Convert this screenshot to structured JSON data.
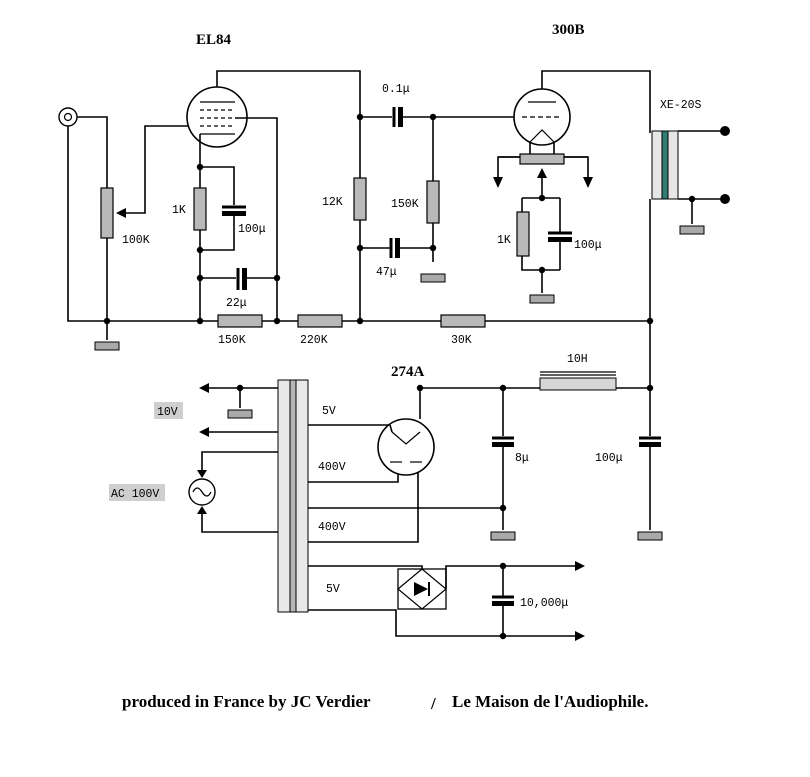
{
  "tubes": {
    "el84": "EL84",
    "t300b": "300B",
    "t274a": "274A"
  },
  "output_transformer": "XE-20S",
  "components": {
    "vol_pot": "100K",
    "r_cathode_el84": "1K",
    "c_cathode_el84": "100μ",
    "c_22": "22μ",
    "r_150k_bottom": "150K",
    "r_220k": "220K",
    "r_12k": "12K",
    "c_coupling": "0.1μ",
    "r_grid_150k": "150K",
    "c_47": "47μ",
    "r_cathode_300b": "1K",
    "c_cathode_300b": "100μ",
    "r_30k": "30K",
    "choke": "10H",
    "c_8": "8μ",
    "c_100_psu": "100μ",
    "c_10000": "10,000μ"
  },
  "power": {
    "v10": "10V",
    "ac100": "AC 100V",
    "sec_5v_a": "5V",
    "sec_400v_a": "400V",
    "sec_400v_b": "400V",
    "sec_5v_b": "5V"
  },
  "footer": {
    "part1": "produced  in France by JC Verdier",
    "slash": "/",
    "part2": "Le Maison de l'Audiophile."
  }
}
